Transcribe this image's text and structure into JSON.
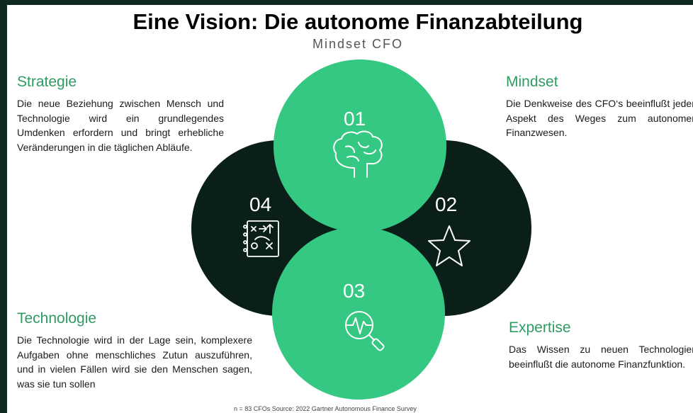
{
  "title": "Eine Vision: Die autonome Finanzabteilung",
  "subtitle": "Mindset CFO",
  "sections": {
    "strategie": {
      "heading": "Strategie",
      "text": "Die neue Beziehung zwischen Mensch und Technologie wird ein grundlegendes Umdenken erfordern und bringt erhebliche Veränderungen in die täglichen Abläufe."
    },
    "mindset": {
      "heading": "Mindset",
      "text": "Die Denkweise des CFO‘s beeinflußt jeden Aspekt des Weges zum autonomen Finanzwesen."
    },
    "technologie": {
      "heading": "Technologie",
      "text": "Die Technologie wird in der Lage sein, komplexere Aufgaben ohne menschliches Zutun auszuführen, und in vielen Fällen wird sie den Menschen sagen, was sie tun sollen"
    },
    "expertise": {
      "heading": "Expertise",
      "text": "Das Wissen zu neuen Technologien beeinflußt die autonome Finanzfunktion."
    }
  },
  "circles": {
    "c01": {
      "number": "01",
      "icon": "brain-icon",
      "color": "#35c882"
    },
    "c02": {
      "number": "02",
      "icon": "star-icon",
      "color": "#0b1f19"
    },
    "c03": {
      "number": "03",
      "icon": "magnifier-pulse-icon",
      "color": "#35c882"
    },
    "c04": {
      "number": "04",
      "icon": "strategy-notebook-icon",
      "color": "#0b1f19"
    }
  },
  "footnote": "n = 83 CFOs Source: 2022 Gartner Autonomous Finance Survey"
}
